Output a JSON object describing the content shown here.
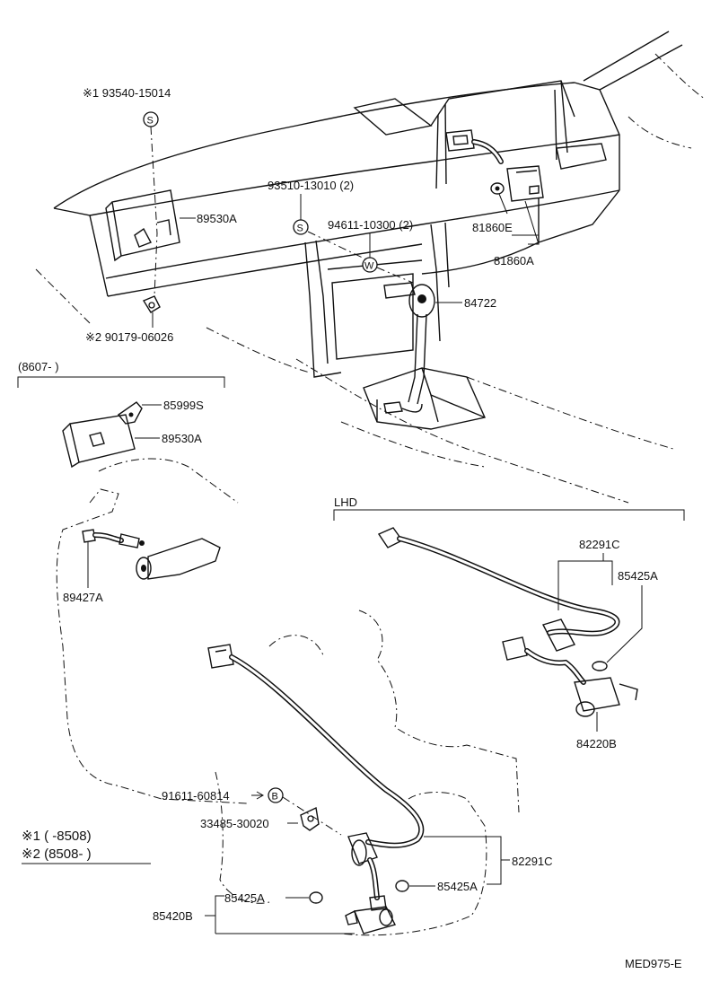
{
  "labels": {
    "note1_part": "※1 93540-15014",
    "screw_s_top": "93510-13010 (2)",
    "washer_w": "94611-10300 (2)",
    "relay_upper": "89530A",
    "part_81860E": "81860E",
    "part_81860A": "81860A",
    "part_84722": "84722",
    "note2_part": "※2 90179-06026",
    "range_8607": "(8607-        )",
    "part_85999S": "85999S",
    "relay_lower": "89530A",
    "part_89427A": "89427A",
    "lhd": "LHD",
    "lhd_82291C": "82291C",
    "lhd_85425A": "85425A",
    "lhd_84220B": "84220B",
    "bolt_91611": "91611-60814",
    "clamp_33485": "33485-30020",
    "rhd_82291C": "82291C",
    "rhd_85425A_right": "85425A",
    "rhd_85425A_left": "85425A",
    "rhd_85420B": "85420B",
    "legend1": "※1 (        -8508)",
    "legend2": "※2 (8508-        )",
    "drawing_id": "MED975-E"
  },
  "symbols": {
    "s1": "S",
    "s2": "S",
    "w": "W",
    "b": "B"
  }
}
